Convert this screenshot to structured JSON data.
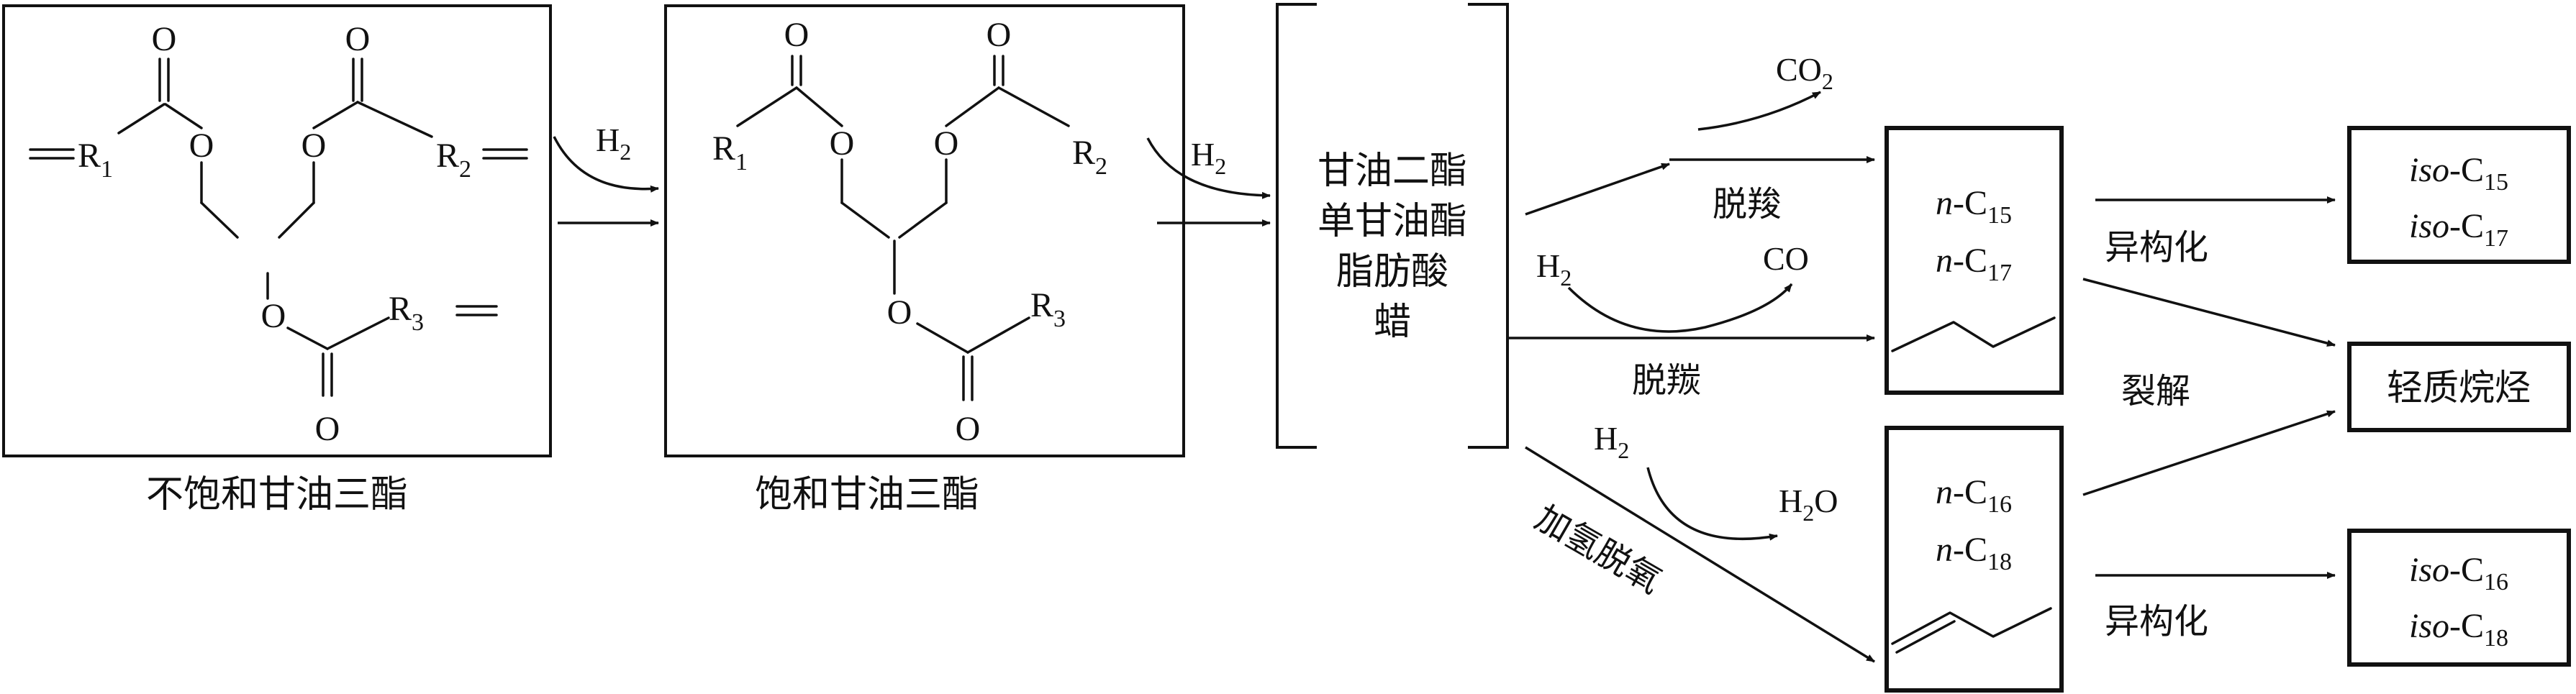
{
  "structures": {
    "O": "O",
    "R": "R",
    "sub1": "1",
    "sub2": "2",
    "sub3": "3",
    "H": "H",
    "H2sub": "2"
  },
  "labels": {
    "unsat_tg": "不饱和甘油三酯",
    "sat_tg": "饱和甘油三酯",
    "intermediates": [
      "甘油二酯",
      "单甘油酯",
      "脂肪酸",
      "蜡"
    ]
  },
  "reactions": {
    "decarboxylation": "脱羧",
    "decarbonylation": "脱羰",
    "hydrodeoxygenation": "加氢脱氧",
    "isomerization_1": "异构化",
    "isomerization_2": "异构化",
    "cracking": "裂解"
  },
  "byproducts": {
    "co2_main": "CO",
    "co2_sub": "2",
    "co": "CO",
    "h2o_h": "H",
    "h2o_sub": "2",
    "h2o_o": "O"
  },
  "products": {
    "n_prefix": "n",
    "iso_prefix": "iso",
    "dash_c": "-C",
    "c15": "15",
    "c16": "16",
    "c17": "17",
    "c18": "18",
    "light_alkanes": "轻质烷烃"
  }
}
